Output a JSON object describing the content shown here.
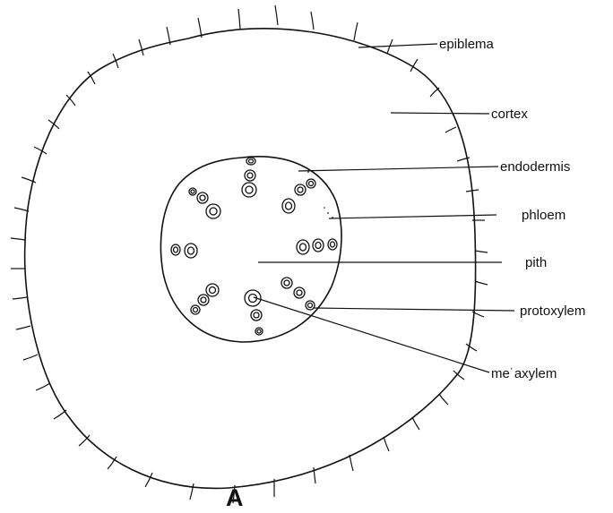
{
  "figure": {
    "letter": "A",
    "labels": {
      "epiblema": "epiblema",
      "cortex": "cortex",
      "endodermis": "endodermis",
      "phloem": "phloem",
      "pith": "pith",
      "protoxylem": "protoxylem",
      "metaxylem": "me˙axylem"
    }
  }
}
